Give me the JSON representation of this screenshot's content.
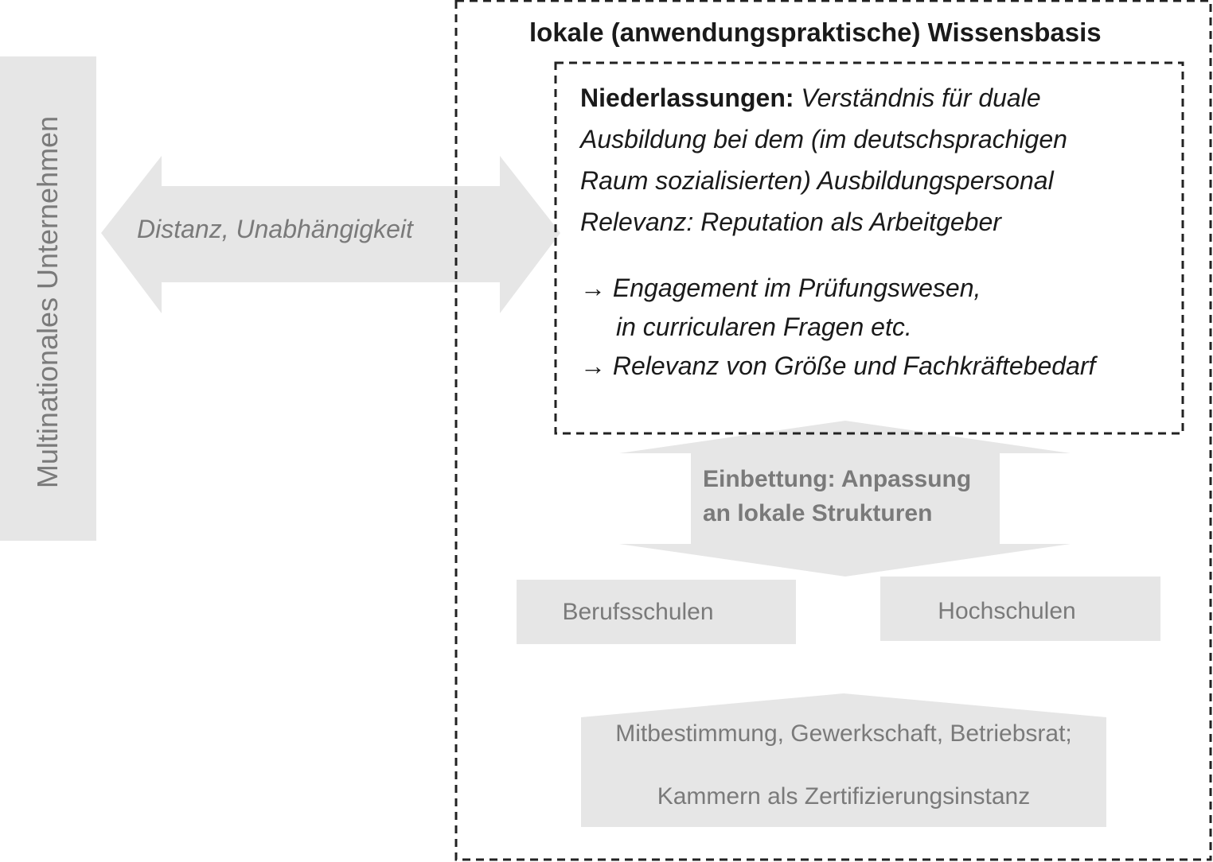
{
  "side_label": "Multinationales Unternehmen",
  "arrow_label": "Distanz, Unabhängigkeit",
  "outer_title": "lokale (anwendungspraktische) Wissensbasis",
  "inner": {
    "lead": "Niederlassungen:",
    "line1_rest": "Verständnis für duale",
    "line2": "Ausbildung bei dem (im deutschsprachigen",
    "line3": "Raum sozialisierten) Ausbildungspersonal",
    "line4": "Relevanz: Reputation als Arbeitgeber",
    "bullet1_a": "→ Engagement im Prüfungswesen,",
    "bullet1_b": "in curricularen Fragen etc.",
    "bullet2": "→ Relevanz von Größe und Fachkräftebedarf"
  },
  "embed": {
    "line1": "Einbettung: Anpassung",
    "line2": "an lokale Strukturen"
  },
  "boxes": {
    "left": "Berufsschulen",
    "right": "Hochschulen"
  },
  "bottom": {
    "line1": "Mitbestimmung, Gewerkschaft, Betriebsrat;",
    "line2": "Kammern als Zertifizierungsinstanz"
  },
  "colors": {
    "shape_fill": "#e6e6e6",
    "muted_text": "#7a7a7a",
    "dark_text": "#1a1a1a",
    "border": "#222222"
  }
}
